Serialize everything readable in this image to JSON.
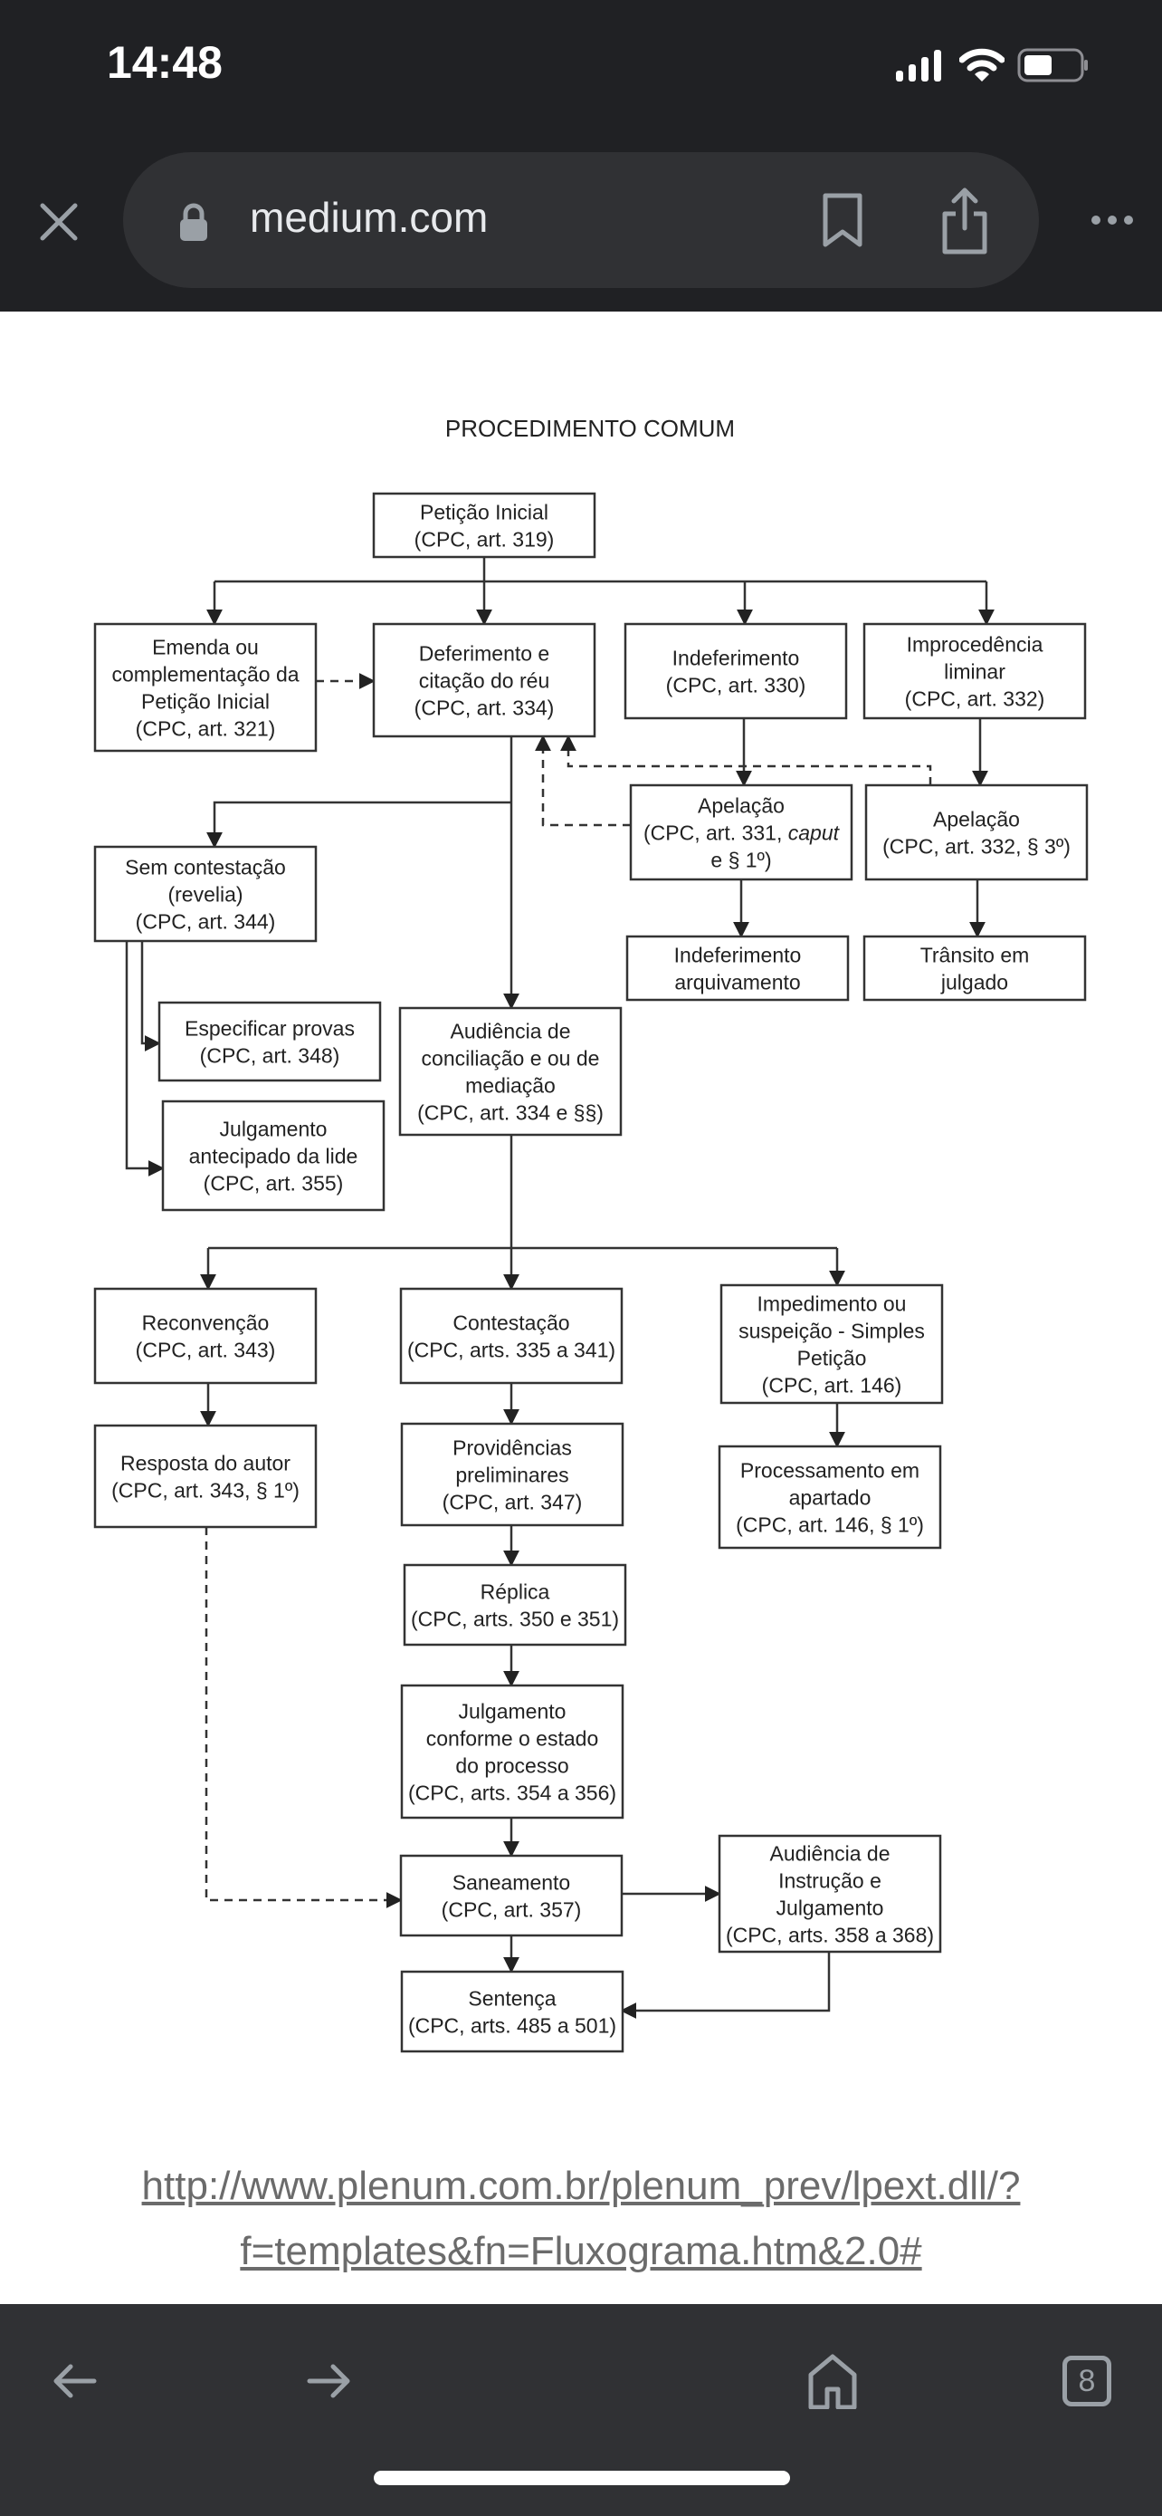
{
  "status_bar": {
    "time": "14:48",
    "signal_icon": "cellular-signal-icon",
    "wifi_icon": "wifi-icon",
    "battery_icon": "battery-icon"
  },
  "browser": {
    "close_icon": "close-icon",
    "lock_icon": "lock-icon",
    "url": "medium.com",
    "bookmark_icon": "bookmark-icon",
    "share_icon": "share-icon",
    "more_icon": "more-horizontal-icon"
  },
  "diagram": {
    "title": "PROCEDIMENTO COMUM",
    "nodes": {
      "peticao_inicial": [
        "Petição Inicial",
        "(CPC, art. 319)"
      ],
      "emenda": [
        "Emenda ou",
        "complementação da",
        "Petição Inicial",
        "(CPC, art. 321)"
      ],
      "deferimento": [
        "Deferimento e",
        "citação do réu",
        "(CPC, art. 334)"
      ],
      "indeferimento": [
        "Indeferimento",
        "(CPC, art. 330)"
      ],
      "improcedencia": [
        "Improcedência",
        "liminar",
        "(CPC, art. 332)"
      ],
      "apelacao_331": [
        "Apelação",
        "(CPC, art. 331, caput",
        "e § 1º)"
      ],
      "apelacao_332": [
        "Apelação",
        "(CPC, art. 332, § 3º)"
      ],
      "indeferimento_arquivamento": [
        "Indeferimento",
        "arquivamento"
      ],
      "transito_julgado": [
        "Trânsito em",
        "julgado"
      ],
      "sem_contestacao": [
        "Sem contestação",
        "(revelia)",
        "(CPC, art. 344)"
      ],
      "especificar_provas": [
        "Especificar provas",
        "(CPC, art. 348)"
      ],
      "julgamento_antecipado": [
        "Julgamento",
        "antecipado da lide",
        "(CPC, art. 355)"
      ],
      "audiencia_conciliacao": [
        "Audiência de",
        "conciliação e ou de",
        "mediação",
        "(CPC, art. 334 e §§)"
      ],
      "reconvencao": [
        "Reconvenção",
        "(CPC, art. 343)"
      ],
      "contestacao": [
        "Contestação",
        "(CPC, arts. 335 a 341)"
      ],
      "impedimento": [
        "Impedimento ou",
        "suspeição - Simples",
        "Petição",
        "(CPC, art. 146)"
      ],
      "resposta_autor": [
        "Resposta do autor",
        "(CPC, art. 343, § 1º)"
      ],
      "providencias": [
        "Providências",
        "preliminares",
        "(CPC, art. 347)"
      ],
      "processamento": [
        "Processamento em",
        "apartado",
        "(CPC, art. 146, § 1º)"
      ],
      "replica": [
        "Réplica",
        "(CPC, arts. 350 e 351)"
      ],
      "julgamento_estado": [
        "Julgamento",
        "conforme o estado",
        "do processo",
        "(CPC, arts. 354 a 356)"
      ],
      "saneamento": [
        "Saneamento",
        "(CPC, art. 357)"
      ],
      "audiencia_instrucao": [
        "Audiência de",
        "Instrução e",
        "Julgamento",
        "(CPC, arts. 358 a 368)"
      ],
      "sentenca": [
        "Sentença",
        "(CPC, arts. 485 a 501)"
      ]
    },
    "italic_word": "caput"
  },
  "source_link": {
    "line1": "http://www.plenum.com.br/plenum_prev/lpext.dll/?",
    "line2": "f=templates&fn=Fluxograma.htm&2.0#"
  },
  "bottom_toolbar": {
    "back_icon": "back-arrow-icon",
    "forward_icon": "forward-arrow-icon",
    "home_icon": "home-icon",
    "tab_count": "8"
  }
}
